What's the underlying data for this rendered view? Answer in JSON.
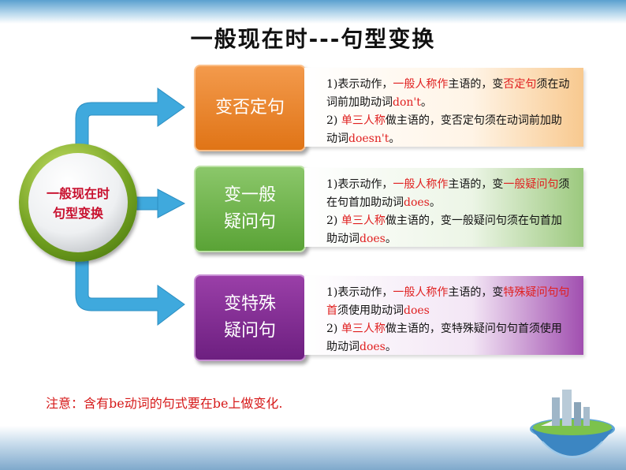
{
  "title": "一般现在时---句型变换",
  "center": {
    "line1": "一般现在时",
    "line2": "句型变换"
  },
  "sections": [
    {
      "label_line1": "变否定句",
      "label_line2": "",
      "p1": [
        "1)表示动作，",
        "一般人称作",
        "主语的，变",
        "否定句",
        "须在动词前加助动词",
        "don't",
        "。"
      ],
      "p2": [
        "2) ",
        "单三人称",
        "做主语的，变否定句须在动词前加助动词",
        "doesn't",
        "。"
      ]
    },
    {
      "label_line1": "变一般",
      "label_line2": "疑问句",
      "p1": [
        "1)表示动作，",
        "一般人称作",
        "主语的，变",
        "一般疑问句",
        "须在句首加助动词",
        "does",
        "。"
      ],
      "p2": [
        "2) ",
        "单三人称",
        "做主语的，变一般疑问句须在句首加助动词",
        "does",
        "。"
      ]
    },
    {
      "label_line1": "变特殊",
      "label_line2": "疑问句",
      "p1": [
        "1)表示动作，",
        "一般人称作",
        "主语的，变",
        "特殊疑问句句首",
        "须使用助动词",
        "does",
        ""
      ],
      "p2": [
        "2) ",
        "单三人称",
        "做主语的，变特殊疑问句句首须使用助动词",
        "does",
        "。"
      ]
    }
  ],
  "note": "注意：含有be动词的句式要在be上做变化.",
  "colors": {
    "orange": "#e07416",
    "green": "#5aa336",
    "purple": "#6d1f80",
    "arrow": "#3fa9dd",
    "highlight": "#e02020"
  }
}
